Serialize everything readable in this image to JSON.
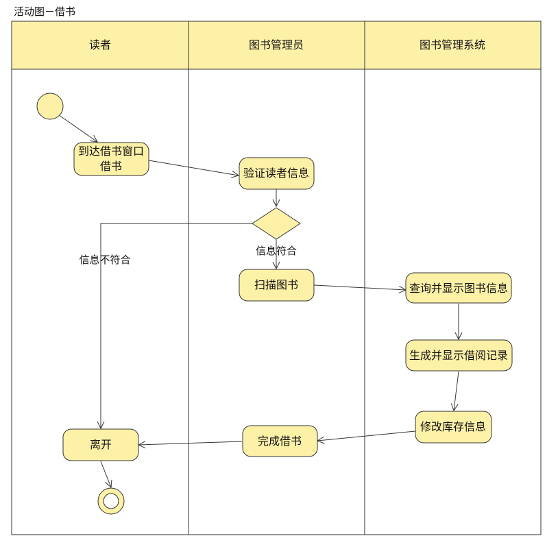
{
  "title": "活动图－借书",
  "lanes": [
    "读者",
    "图书管理员",
    "图书管理系统"
  ],
  "nodes": {
    "arrive": [
      "到达借书窗口",
      "借书"
    ],
    "verify": "验证读者信息",
    "scan": "扫描图书",
    "query": "查询并显示图书信息",
    "generate": "生成并显示借阅记录",
    "modify": "修改库存信息",
    "complete": "完成借书",
    "leave": "离开"
  },
  "guards": {
    "match": "信息符合",
    "mismatch": "信息不符合"
  },
  "colors": {
    "fill": "#fdf1a8",
    "stroke": "#333333"
  }
}
